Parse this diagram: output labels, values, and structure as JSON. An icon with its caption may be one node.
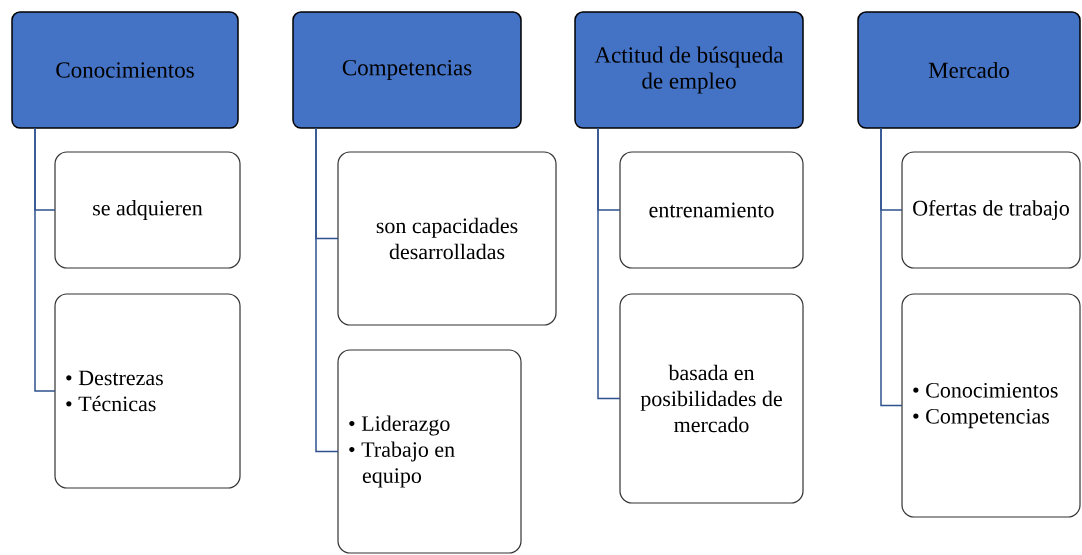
{
  "diagram": {
    "nodes": [
      {
        "text": [
          "Conocimientos"
        ]
      },
      {
        "text": [
          "se adquieren"
        ]
      },
      {
        "text": [
          "• Destrezas",
          "• Técnicas"
        ]
      },
      {
        "text": [
          "Competencias"
        ]
      },
      {
        "text": [
          "son capacidades desarrolladas"
        ]
      },
      {
        "text": [
          "• Liderazgo",
          "• Trabajo en equipo"
        ]
      },
      {
        "text": [
          "Actitud de búsqueda de empleo"
        ]
      },
      {
        "text": [
          "entrenamiento"
        ]
      },
      {
        "text": [
          "basada en posibilidades de mercado"
        ]
      },
      {
        "text": [
          "Mercado"
        ]
      },
      {
        "text": [
          "Ofertas de trabajo"
        ]
      },
      {
        "text": [
          "• Conocimientos",
          "• Competencias"
        ]
      }
    ],
    "edges": [
      {
        "from": 0,
        "to": 1,
        "arrow": "none"
      },
      {
        "from": 0,
        "to": 2,
        "arrow": "none"
      },
      {
        "from": 3,
        "to": 4,
        "arrow": "none"
      },
      {
        "from": 3,
        "to": 5,
        "arrow": "none"
      },
      {
        "from": 6,
        "to": 7,
        "arrow": "none"
      },
      {
        "from": 6,
        "to": 8,
        "arrow": "none"
      },
      {
        "from": 9,
        "to": 10,
        "arrow": "none"
      },
      {
        "from": 9,
        "to": 11,
        "arrow": "none"
      }
    ]
  }
}
